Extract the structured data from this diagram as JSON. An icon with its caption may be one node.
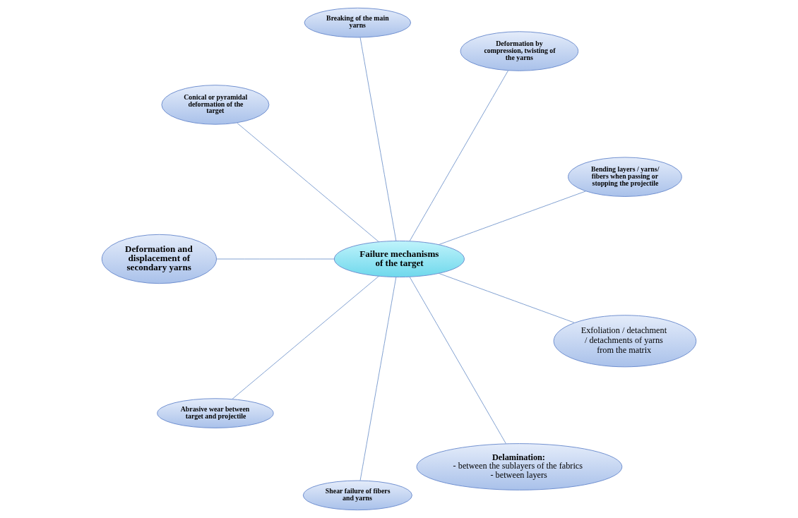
{
  "diagram": {
    "nodes": [
      {
        "text": [
          "Failure mechanisms of the target"
        ]
      },
      {
        "text": [
          "Bending layers / yarns/ fibers when passing or stopping the projectile"
        ]
      },
      {
        "text": [
          "Deformation by compression, twisting of the yarns"
        ]
      },
      {
        "text": [
          "Breaking of the main yarns"
        ]
      },
      {
        "text": [
          "Conical or pyramidal deformation of the target"
        ]
      },
      {
        "text": [
          "Deformation and displacement of secondary yarns"
        ]
      },
      {
        "text": [
          "Abrasive wear between target and projectile"
        ]
      },
      {
        "text": [
          "Shear failure of fibers and yarns"
        ]
      },
      {
        "text": [
          "Delamination:",
          "- between the sublayers of the fabrics",
          "- between layers"
        ]
      },
      {
        "text": [
          "Exfoliation / detachment / detachments of yarns from the matrix"
        ]
      }
    ],
    "edges": [
      {
        "from": 0,
        "to": 1,
        "arrow": "none"
      },
      {
        "from": 0,
        "to": 2,
        "arrow": "none"
      },
      {
        "from": 0,
        "to": 3,
        "arrow": "none"
      },
      {
        "from": 0,
        "to": 4,
        "arrow": "none"
      },
      {
        "from": 0,
        "to": 5,
        "arrow": "none"
      },
      {
        "from": 0,
        "to": 6,
        "arrow": "none"
      },
      {
        "from": 0,
        "to": 7,
        "arrow": "none"
      },
      {
        "from": 0,
        "to": 8,
        "arrow": "none"
      },
      {
        "from": 0,
        "to": 9,
        "arrow": "none"
      }
    ]
  }
}
